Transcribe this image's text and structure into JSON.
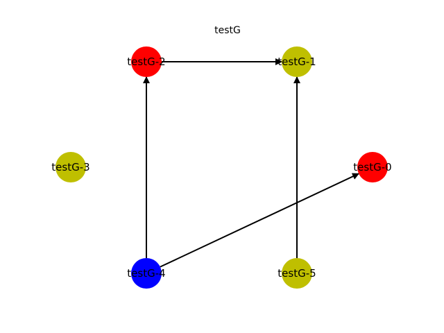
{
  "title": "testG",
  "colors": {
    "red": "#ff0000",
    "olive": "#bfbf00",
    "blue": "#0000ff",
    "edge": "#000000"
  },
  "graph": {
    "directed": true,
    "nodes": [
      {
        "id": "testG-0",
        "label": "testG-0",
        "color": "#ff0000"
      },
      {
        "id": "testG-1",
        "label": "testG-1",
        "color": "#bfbf00"
      },
      {
        "id": "testG-2",
        "label": "testG-2",
        "color": "#ff0000"
      },
      {
        "id": "testG-3",
        "label": "testG-3",
        "color": "#bfbf00"
      },
      {
        "id": "testG-4",
        "label": "testG-4",
        "color": "#0000ff"
      },
      {
        "id": "testG-5",
        "label": "testG-5",
        "color": "#bfbf00"
      }
    ],
    "edges": [
      {
        "source": "testG-2",
        "target": "testG-1"
      },
      {
        "source": "testG-4",
        "target": "testG-2"
      },
      {
        "source": "testG-4",
        "target": "testG-0"
      },
      {
        "source": "testG-5",
        "target": "testG-1"
      }
    ]
  }
}
